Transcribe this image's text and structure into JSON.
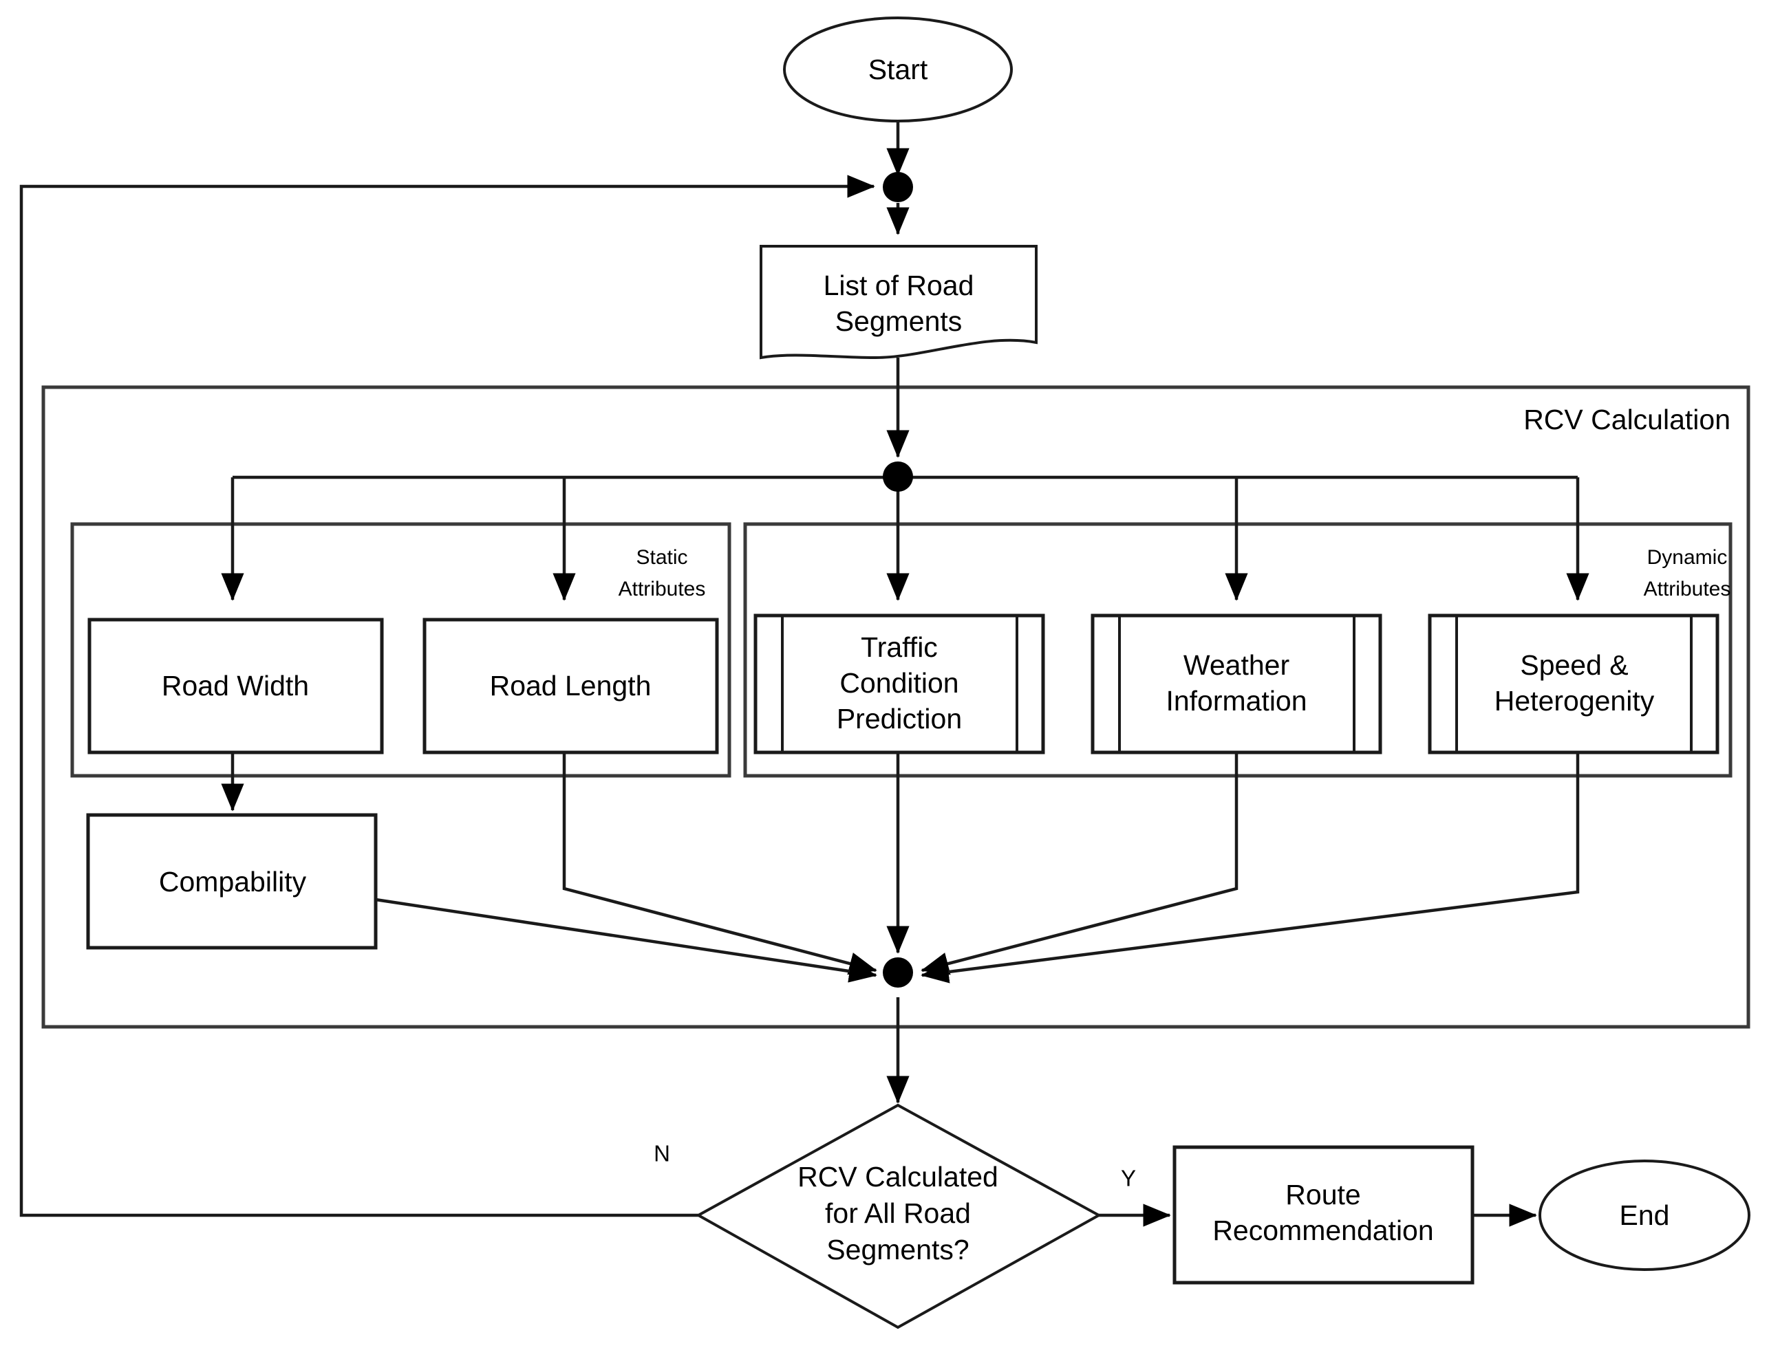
{
  "diagram": {
    "title": "RCV Calculation Flowchart",
    "type": "flowchart",
    "stroke_color": "#1a1a1a",
    "background_color": "#ffffff"
  },
  "nodes": {
    "start": {
      "label": "Start",
      "shape": "ellipse"
    },
    "merge_top": {
      "label": "",
      "shape": "filled-circle"
    },
    "road_segments": {
      "label_line1": "List of Road",
      "label_line2": "Segments",
      "shape": "document"
    },
    "fork": {
      "label": "",
      "shape": "filled-circle"
    },
    "road_width": {
      "label": "Road Width",
      "shape": "rectangle"
    },
    "road_length": {
      "label": "Road Length",
      "shape": "rectangle"
    },
    "traffic": {
      "label_line1": "Traffic",
      "label_line2": "Condition",
      "label_line3": "Prediction",
      "shape": "predefined-process"
    },
    "weather": {
      "label_line1": "Weather",
      "label_line2": "Information",
      "shape": "predefined-process"
    },
    "speed": {
      "label_line1": "Speed &",
      "label_line2": "Heterogenity",
      "shape": "predefined-process"
    },
    "compability": {
      "label": "Compability",
      "shape": "rectangle"
    },
    "join": {
      "label": "",
      "shape": "filled-circle"
    },
    "decision": {
      "label_line1": "RCV Calculated",
      "label_line2": "for All Road",
      "label_line3": "Segments?",
      "shape": "diamond"
    },
    "route": {
      "label_line1": "Route",
      "label_line2": "Recommendation",
      "shape": "rectangle"
    },
    "end": {
      "label": "End",
      "shape": "ellipse"
    }
  },
  "groups": {
    "rcv": {
      "label": "RCV Calculation"
    },
    "static": {
      "label_line1": "Static",
      "label_line2": "Attributes"
    },
    "dynamic": {
      "label_line1": "Dynamic",
      "label_line2": "Attributes"
    }
  },
  "edges": {
    "no_label": "N",
    "yes_label": "Y"
  }
}
